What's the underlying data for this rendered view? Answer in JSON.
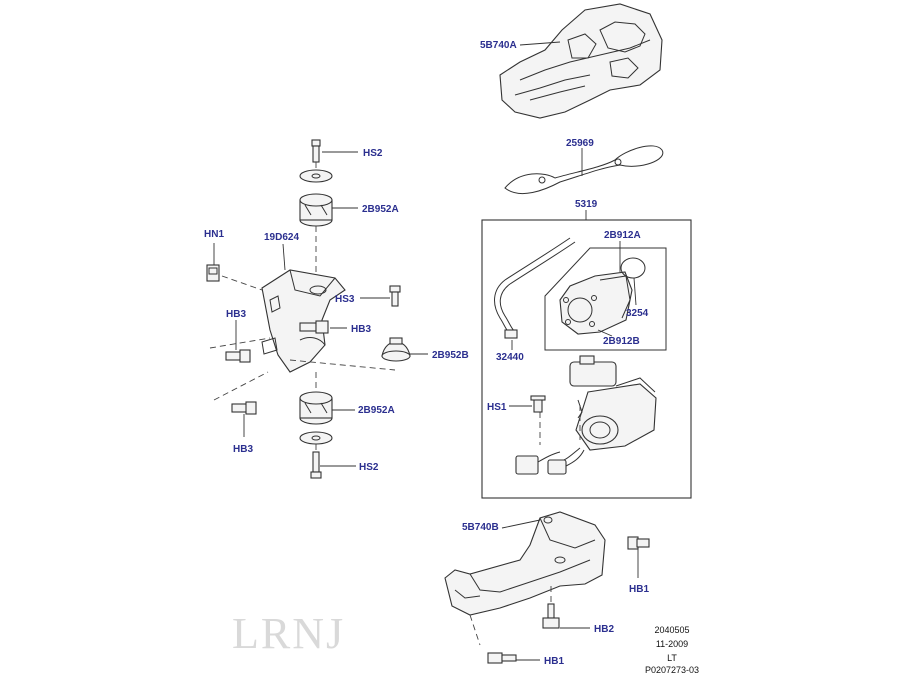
{
  "labels": {
    "l_5b740a": "5B740A",
    "l_25969": "25969",
    "l_5319": "5319",
    "l_2b912a": "2B912A",
    "l_3254": "3254",
    "l_2b912b": "2B912B",
    "l_32440": "32440",
    "l_hs1": "HS1",
    "l_hs2_top": "HS2",
    "l_2b952a_top": "2B952A",
    "l_hn1": "HN1",
    "l_19d624": "19D624",
    "l_hs3": "HS3",
    "l_hb3_mid": "HB3",
    "l_hb3_left": "HB3",
    "l_2b952b": "2B952B",
    "l_2b952a_bot": "2B952A",
    "l_hb3_bot": "HB3",
    "l_hs2_bot": "HS2",
    "l_5b740b": "5B740B",
    "l_hb1_right": "HB1",
    "l_hb2": "HB2",
    "l_hb1_bot": "HB1"
  },
  "reference_block": {
    "line1": "2040505",
    "line2": "11-2009",
    "line3": "LT",
    "line4": "P0207273-03"
  },
  "watermark": "LRNJ",
  "colors": {
    "label_text": "#2b2f8f",
    "line_art": "#333333",
    "watermark": "#d9d9d9"
  }
}
